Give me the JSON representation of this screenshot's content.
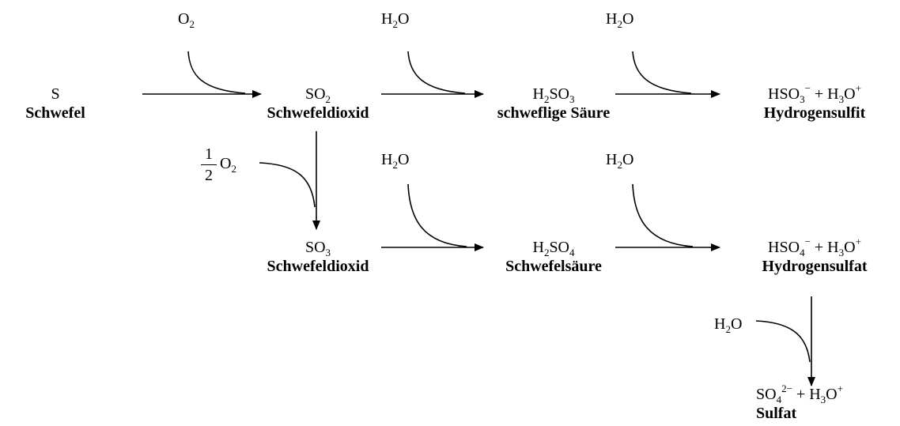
{
  "species": {
    "s": {
      "formula": "S",
      "name": "Schwefel"
    },
    "so2": {
      "formula_base": "SO",
      "formula_sub": "2",
      "name": "Schwefeldioxid"
    },
    "h2so3": {
      "f1": "H",
      "s1": "2",
      "f2": "SO",
      "s2": "3",
      "name": "schweflige Säure"
    },
    "hso3": {
      "f1": "HSO",
      "s1": "3",
      "sup1": "−",
      "mid": " + H",
      "s2": "3",
      "f2": "O",
      "sup2": "+",
      "name": "Hydrogensulfit"
    },
    "so3": {
      "formula_base": "SO",
      "formula_sub": "3",
      "name": "Schwefeldioxid"
    },
    "h2so4": {
      "f1": "H",
      "s1": "2",
      "f2": "SO",
      "s2": "4",
      "name": "Schwefelsäure"
    },
    "hso4": {
      "f1": "HSO",
      "s1": "4",
      "sup1": "−",
      "mid": " + H",
      "s2": "3",
      "f2": "O",
      "sup2": "+",
      "name": "Hydrogensulfat"
    },
    "so4": {
      "f1": "SO",
      "s1": "4",
      "sup1": "2−",
      "mid": " + H",
      "s2": "3",
      "f2": "O",
      "sup2": "+",
      "name": "Sulfat"
    }
  },
  "reagents": {
    "o2": {
      "base": "O",
      "sub": "2"
    },
    "half_o2": {
      "num": "1",
      "den": "2",
      "base": "O",
      "sub": "2"
    },
    "water": {
      "h": "H",
      "sub": "2",
      "o": "O"
    }
  }
}
